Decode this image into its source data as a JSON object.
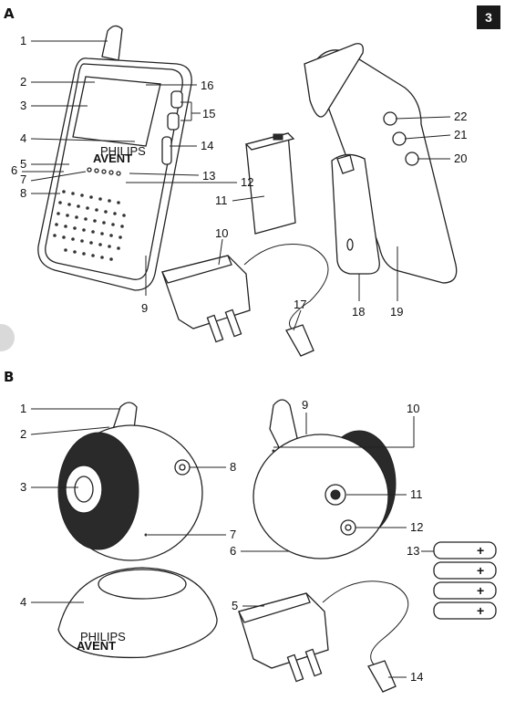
{
  "page_number": "3",
  "figure_a": {
    "letter": "A",
    "callouts": [
      "1",
      "2",
      "3",
      "4",
      "5",
      "6",
      "7",
      "8",
      "9",
      "10",
      "11",
      "12",
      "13",
      "14",
      "15",
      "16",
      "17",
      "18",
      "19",
      "20",
      "21",
      "22"
    ]
  },
  "figure_b": {
    "letter": "B",
    "callouts": [
      "1",
      "2",
      "3",
      "4",
      "5",
      "6",
      "7",
      "8",
      "9",
      "10",
      "11",
      "12",
      "13",
      "14"
    ]
  },
  "branding": {
    "brand_small": "PHILIPS",
    "brand_large": "AVENT"
  }
}
